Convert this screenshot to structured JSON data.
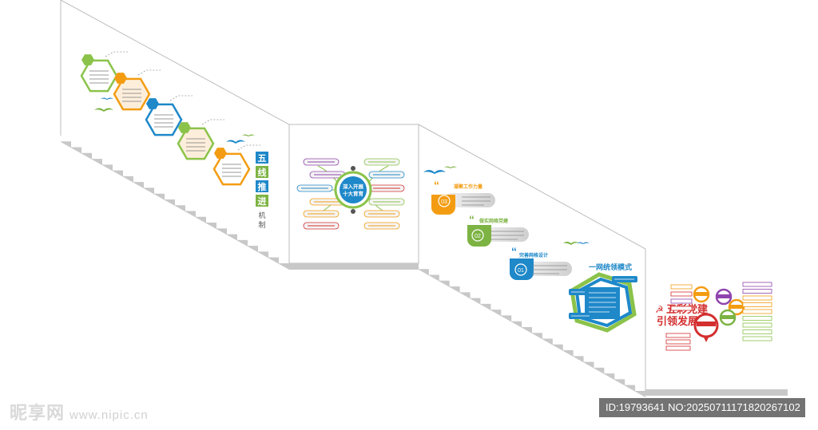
{
  "panel1": {
    "title_chars": [
      "五",
      "线",
      "推",
      "进"
    ],
    "subtitle_chars": [
      "机",
      "制"
    ]
  },
  "panel2": {
    "center_line1": "深入开展",
    "center_line2": "十大育育"
  },
  "panel3": {
    "items": [
      {
        "number": "03",
        "label": "凝聚工作力量"
      },
      {
        "number": "02",
        "label": "做实网格党建"
      },
      {
        "number": "01",
        "label": "完善网格设计"
      }
    ],
    "heading": "一网统领模式"
  },
  "panel4": {
    "title_line1": "五彩党建",
    "title_line2": "引领发展"
  },
  "watermark": {
    "brand": "昵享网",
    "url": "www.nipic.cn",
    "id_text": "ID:19793641 NO:20250711171820267102"
  },
  "colors": {
    "green": "#8bc34a",
    "orange": "#f39c12",
    "blue": "#1e88c9",
    "red": "#d32f2f",
    "purple": "#8e44ad",
    "stair": "#c8c8c8"
  }
}
